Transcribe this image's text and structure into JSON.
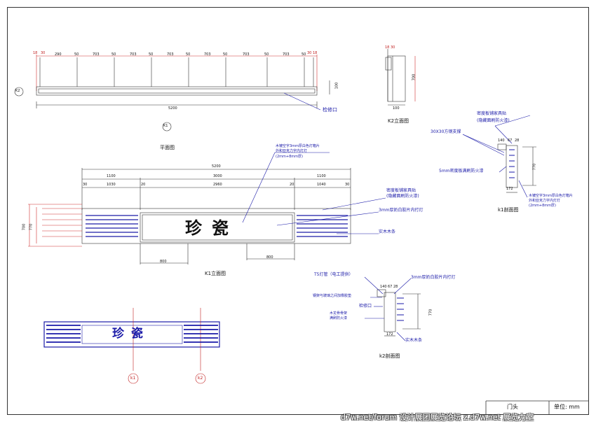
{
  "title_block": {
    "drawing_name": "门头",
    "unit": "单位: mm"
  },
  "watermark": "d7w.net/forum 设计展团展览论坛    z.d7w.net 展览力室",
  "views": {
    "plan": {
      "title": "平面图",
      "top_dims": [
        "18",
        "30",
        "290",
        "50",
        "703",
        "50",
        "703",
        "50",
        "703",
        "50",
        "703",
        "50",
        "703",
        "50",
        "703",
        "50",
        "30",
        "18"
      ],
      "overall": "5200",
      "access_port": "检修口",
      "side_dim": "100",
      "marker_k2": "K2",
      "marker_k1": "K1"
    },
    "k2_elevation": {
      "title": "K2立面图",
      "dims": [
        "18",
        "30",
        "700",
        "100"
      ]
    },
    "k1_elevation": {
      "title": "K1立面图",
      "overall": "5200",
      "segments": [
        "1100",
        "3000",
        "1100"
      ],
      "sub_segments": [
        "30",
        "1030",
        "20",
        "2960",
        "20",
        "1040",
        "30"
      ],
      "left_dims": [
        "700",
        "770"
      ],
      "bottom_dims": [
        "800",
        "800"
      ],
      "sign_text": "珍瓷",
      "callouts": [
        "木镀空字3mm厚白色灯箱片",
        "外和亚克力字内灯灯",
        "(2mm+8mm厚)",
        "密度板铺家具贴",
        "(隐藏面刷防火漆)",
        "3mm厚奶白胶片内打灯",
        "实木木条"
      ]
    },
    "k1_section": {
      "title": "k1剖面图",
      "callouts": [
        "密度板铺家具贴",
        "(隐藏面刷防火漆)",
        "30X30方钢支撑",
        "5mm密度板满刷防火漆",
        "木镀空字3mm厚白色灯箱片",
        "外和亚克力字内灯灯",
        "(2mm+8mm厚)"
      ],
      "dims": [
        "140",
        "67",
        "28",
        "770",
        "172"
      ]
    },
    "k2_section": {
      "title": "k2剖面图",
      "callouts": [
        "T5灯管（电工提供）",
        "3mm厚奶白胶片内打灯",
        "钢架与玻璃之间加橡胶垫",
        "检修口",
        "木龙骨骨架",
        "满刷防火漆",
        "实木木条"
      ],
      "dims": [
        "140",
        "67",
        "28",
        "770",
        "172"
      ]
    },
    "color_view": {
      "sign_text": "珍瓷",
      "axis_left": "k1",
      "axis_right": "k2"
    }
  },
  "colors": {
    "line": "#222222",
    "dim_red": "#d03030",
    "blue": "#1a1aa8"
  }
}
